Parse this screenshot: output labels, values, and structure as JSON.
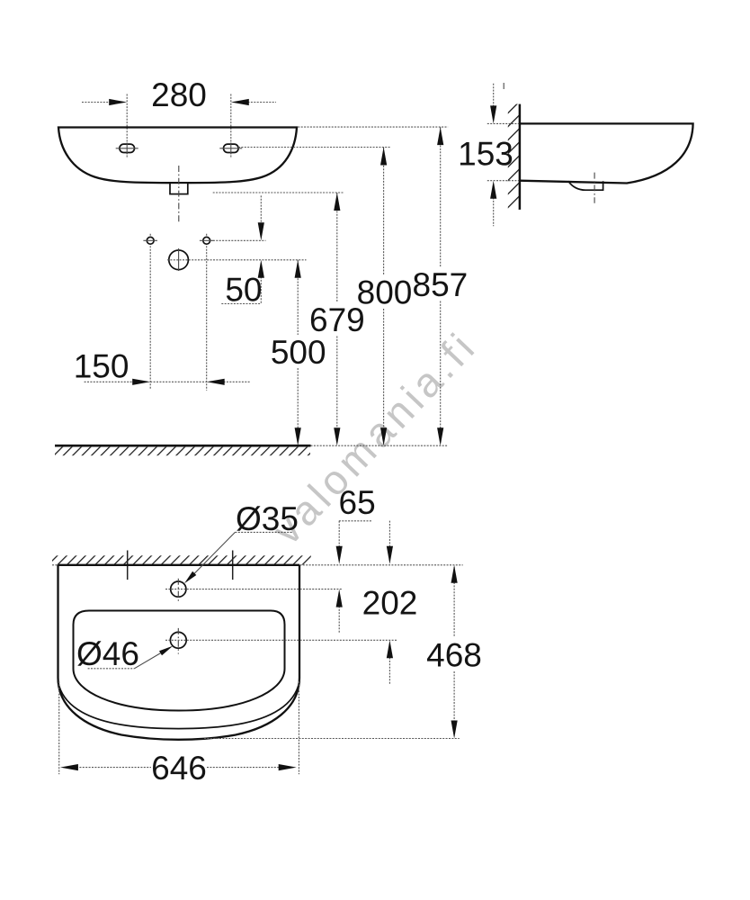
{
  "watermark": {
    "text": "valomania.fi",
    "color": "#c8c8c8"
  },
  "drawing": {
    "type": "technical-dimension-drawing",
    "subject": "wall-hung washbasin",
    "units": "mm",
    "views": [
      "front-elevation",
      "side-section",
      "plan"
    ],
    "dimensions": {
      "faucet_hole_spacing": "280",
      "front_height": "153",
      "rim_height_above_floor": "857",
      "fixing_holes_height": "800",
      "basin_underside_height": "679",
      "trap_connection_height": "500",
      "supply_to_drain_offset": "50",
      "supply_spacing": "150",
      "tap_hole_setback": "65",
      "drain_setback": "202",
      "overall_depth": "468",
      "overall_width": "646",
      "tap_hole_diameter": "Ø35",
      "drain_hole_diameter": "Ø46"
    }
  }
}
